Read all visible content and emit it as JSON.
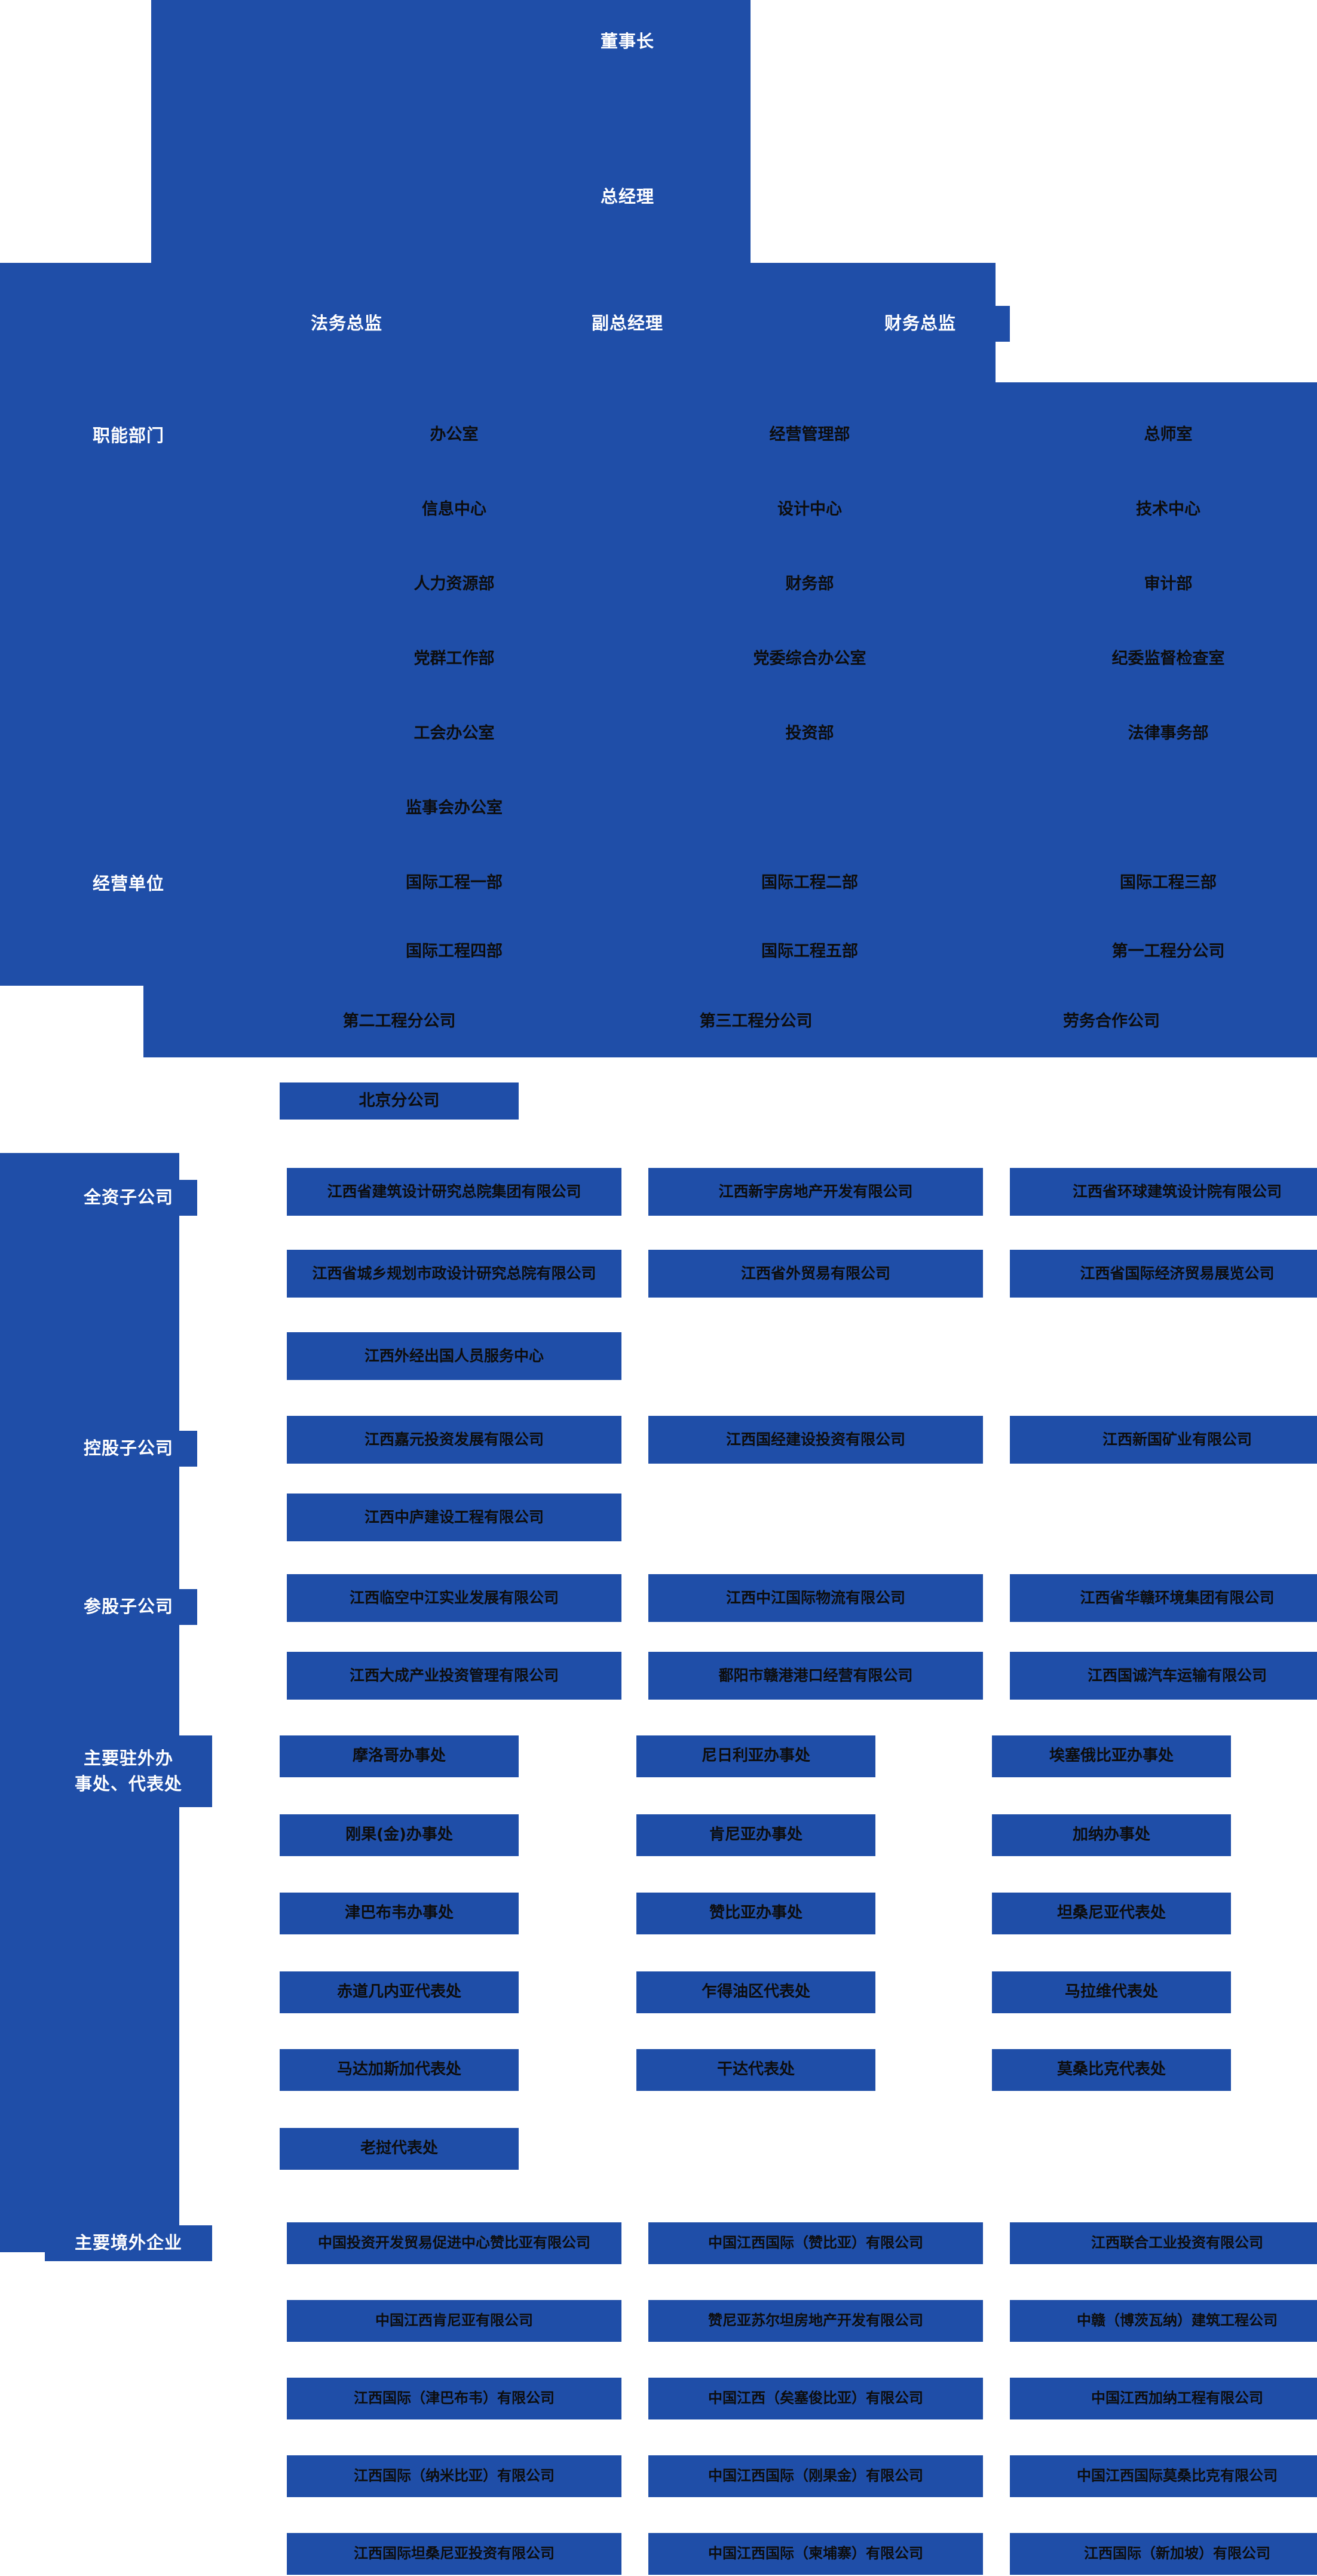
{
  "meta": {
    "accent_blue": "#1f4ea8",
    "background": "#ffffff",
    "text_dark": "#0d0d0d",
    "text_light": "#ffffff"
  },
  "executive": {
    "chairman": "董事长",
    "general_manager": "总经理",
    "legal_director": "法务总监",
    "deputy_general_manager": "副总经理",
    "finance_director": "财务总监"
  },
  "row_labels": {
    "functional": "职能部门",
    "business_units": "经营单位",
    "wholly_owned": "全资子公司",
    "holding": "控股子公司",
    "participating": "参股子公司",
    "offices_line1": "主要驻外办",
    "offices_line2": "事处、代表处",
    "overseas": "主要境外企业"
  },
  "functional_departments": {
    "col1": [
      "办公室",
      "信息中心",
      "人力资源部",
      "党群工作部",
      "工会办公室",
      "监事会办公室"
    ],
    "col2": [
      "经营管理部",
      "设计中心",
      "财务部",
      "党委综合办公室",
      "投资部"
    ],
    "col3": [
      "总师室",
      "技术中心",
      "审计部",
      "纪委监督检查室",
      "法律事务部"
    ]
  },
  "business_units": {
    "row1": [
      "国际工程一部",
      "国际工程二部",
      "国际工程三部"
    ],
    "row2": [
      "国际工程四部",
      "国际工程五部",
      "第一工程分公司"
    ],
    "row3": [
      "第二工程分公司",
      "第三工程分公司",
      "劳务合作公司"
    ],
    "row4": [
      "北京分公司"
    ]
  },
  "wholly_owned_subsidiaries": {
    "row1": [
      "江西省建筑设计研究总院集团有限公司",
      "江西新宇房地产开发有限公司",
      "江西省环球建筑设计院有限公司"
    ],
    "row2": [
      "江西省城乡规划市政设计研究总院有限公司",
      "江西省外贸易有限公司",
      "江西省国际经济贸易展览公司"
    ],
    "row3": [
      "江西外经出国人员服务中心"
    ]
  },
  "holding_subsidiaries": {
    "row1": [
      "江西嘉元投资发展有限公司",
      "江西国经建设投资有限公司",
      "江西新国矿业有限公司"
    ],
    "row2": [
      "江西中庐建设工程有限公司"
    ]
  },
  "participating_subsidiaries": {
    "row1": [
      "江西临空中江实业发展有限公司",
      "江西中江国际物流有限公司",
      "江西省华赣环境集团有限公司"
    ],
    "row2": [
      "江西大成产业投资管理有限公司",
      "鄱阳市赣港港口经营有限公司",
      "江西国诚汽车运输有限公司"
    ]
  },
  "overseas_offices": {
    "row1": [
      "摩洛哥办事处",
      "尼日利亚办事处",
      "埃塞俄比亚办事处"
    ],
    "row2": [
      "刚果(金)办事处",
      "肯尼亚办事处",
      "加纳办事处"
    ],
    "row3": [
      "津巴布韦办事处",
      "赞比亚办事处",
      "坦桑尼亚代表处"
    ],
    "row4": [
      "赤道几内亚代表处",
      "乍得油区代表处",
      "马拉维代表处"
    ],
    "row5": [
      "马达加斯加代表处",
      "干达代表处",
      "莫桑比克代表处"
    ],
    "row6": [
      "老挝代表处"
    ]
  },
  "overseas_enterprises": {
    "row1": [
      "中国投资开发贸易促进中心赞比亚有限公司",
      "中国江西国际（赞比亚）有限公司",
      "江西联合工业投资有限公司"
    ],
    "row2": [
      "中国江西肯尼亚有限公司",
      "赞尼亚苏尔坦房地产开发有限公司",
      "中赣（博茨瓦纳）建筑工程公司"
    ],
    "row3": [
      "江西国际（津巴布韦）有限公司",
      "中国江西（矣塞俊比亚）有限公司",
      "中国江西加纳工程有限公司"
    ],
    "row4": [
      "江西国际（纳米比亚）有限公司",
      "中国江西国际（刚果金）有限公司",
      "中国江西国际莫桑比克有限公司"
    ],
    "row5": [
      "江西国际坦桑尼亚投资有限公司",
      "中国江西国际（柬埔寨）有限公司",
      "江西国际（新加坡）有限公司"
    ]
  }
}
